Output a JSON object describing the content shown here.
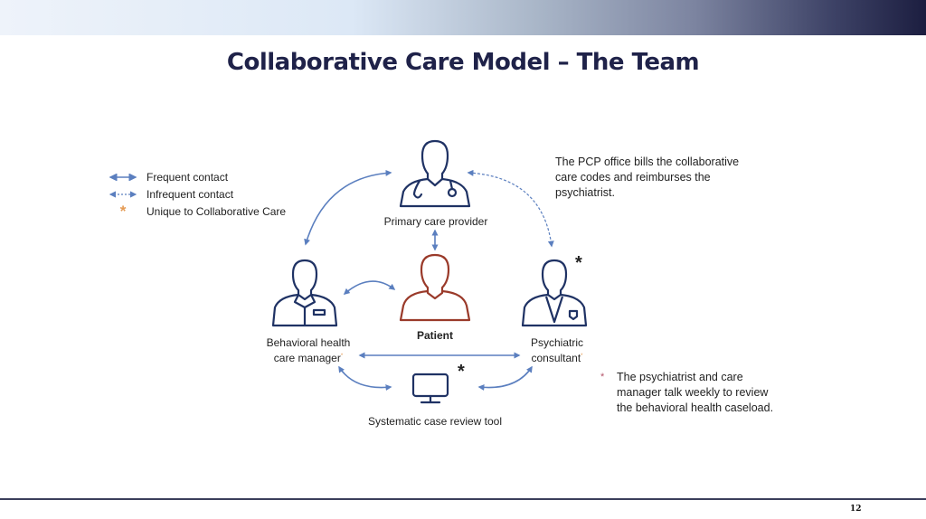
{
  "slide": {
    "title": "Collaborative Care Model – The Team",
    "page_number": "12"
  },
  "legend": [
    {
      "symbol": "solid-double-arrow",
      "label": "Frequent contact"
    },
    {
      "symbol": "dashed-double-arrow",
      "label": "Infrequent contact"
    },
    {
      "symbol": "asterisk",
      "glyph": "*",
      "label": "Unique to Collaborative Care"
    }
  ],
  "nodes": {
    "pcp": {
      "label": "Primary care provider",
      "icon": "doctor-stethoscope-icon"
    },
    "patient": {
      "label": "Patient",
      "icon": "person-icon"
    },
    "bhcm": {
      "label_line1": "Behavioral health",
      "label_line2": "care manager",
      "marker": "*",
      "icon": "care-manager-icon"
    },
    "psych": {
      "label_line1": "Psychiatric",
      "label_line2": "consultant",
      "marker": "*",
      "icon": "psychiatrist-icon"
    },
    "tool": {
      "label": "Systematic case review tool",
      "icon": "monitor-icon"
    }
  },
  "unique_markers": {
    "glyph": "*"
  },
  "notes": {
    "billing": "The PCP office bills the collaborative care codes and reimburses the psychiatrist.",
    "weekly_bullet": "*",
    "weekly_line1": "The psychiatrist and care",
    "weekly_line2": "manager talk weekly to review",
    "weekly_line3": "the behavioral health caseload."
  },
  "colors": {
    "title": "#1f2249",
    "arrow": "#5b7fbf",
    "icon_outline": "#1f3264",
    "patient_outline": "#9a3a2a",
    "asterisk": "#e59a52"
  }
}
